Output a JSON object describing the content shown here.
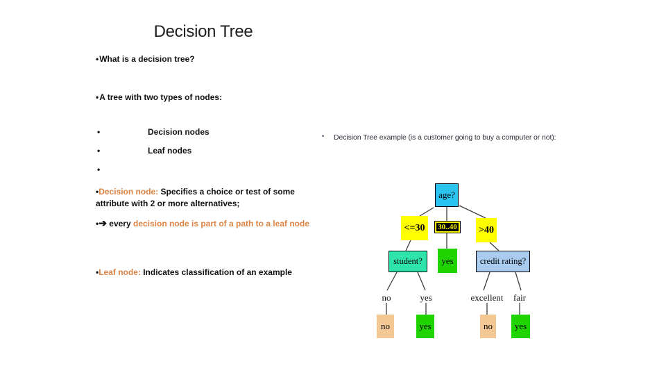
{
  "chars": {
    "bullet": "•",
    "arrow": "➔"
  },
  "colors": {
    "background": "#ffffff",
    "text_black": "#111111",
    "text_orange": "#db8344",
    "node_cyan": "#2bc3ef",
    "node_yellow": "#ffff00",
    "node_turquoise": "#2fe3ac",
    "node_green": "#1fd400",
    "node_lightblue": "#a9cbee",
    "node_tan": "#f4c894"
  },
  "slide": {
    "title": "Decision Tree",
    "bullet_what": "What is a decision tree?",
    "bullet_types": "A tree with two types of nodes:",
    "sub_decision": "Decision nodes",
    "sub_leaf": "Leaf nodes",
    "decision_para": {
      "head": "Decision node:",
      "body": " Specifies a choice or  test of some attribute with 2 or more alternatives;"
    },
    "arrow_para": {
      "black": " every ",
      "orange": "decision  node is  part of a path to a leaf node"
    },
    "leaf_para": {
      "head": "Leaf node:",
      "body": " Indicates classification of an example"
    }
  },
  "example": {
    "caption": "Decision Tree example (is a customer going to buy a computer or not):"
  },
  "tree": {
    "root": "age?",
    "branch_le30": "<=30",
    "branch_3040": "30..40",
    "branch_gt40": ">40",
    "student": "student?",
    "yes_mid": "yes",
    "credit": "credit rating?",
    "edge_no": "no",
    "edge_yes": "yes",
    "edge_excellent": "excellent",
    "edge_fair": "fair",
    "leaf_no_student": "no",
    "leaf_yes_student": "yes",
    "leaf_no_credit": "no",
    "leaf_yes_credit": "yes"
  }
}
